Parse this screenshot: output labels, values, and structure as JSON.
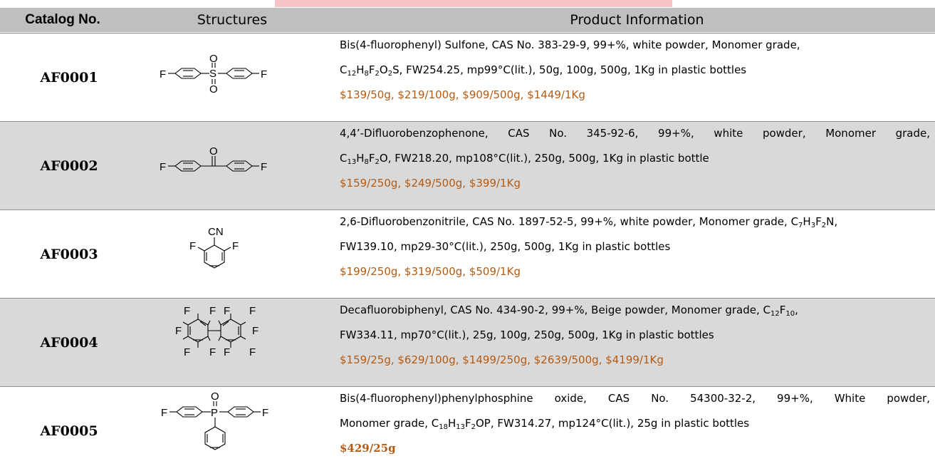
{
  "banner": {
    "text": ""
  },
  "header": {
    "catalog": "Catalog No.",
    "structures": "Structures",
    "info": "Product Information"
  },
  "products": [
    {
      "catalog": "AF0001",
      "line1": "Bis(4-fluorophenyl) Sulfone, CAS No. 383-29-9, 99+%, white powder, Monomer grade,",
      "formula": "C12H8F2O2S",
      "line2_rest": ", FW254.25, mp99°C(lit.), 50g, 100g, 500g, 1Kg in plastic bottles",
      "price": "$139/50g, $219/100g, $909/500g, $1449/1Kg"
    },
    {
      "catalog": "AF0002",
      "line1": "4,4’-Difluorobenzophenone, CAS No. 345-92-6, 99+%, white powder, Monomer grade,",
      "formula": "C13H8F2O",
      "line2_rest": ", FW218.20, mp108°C(lit.), 250g, 500g, 1Kg in plastic bottle",
      "price": "$159/250g, $249/500g, $399/1Kg"
    },
    {
      "catalog": "AF0003",
      "line1_pre": "2,6-Difluorobenzonitrile, CAS No. 1897-52-5, 99+%, white powder, Monomer grade, ",
      "formula": "C7H3F2N",
      "line1_post": ",",
      "line2": "FW139.10, mp29-30°C(lit.), 250g, 500g, 1Kg in plastic bottles",
      "price": "$199/250g, $319/500g, $509/1Kg"
    },
    {
      "catalog": "AF0004",
      "line1_pre": "Decafluorobiphenyl, CAS No. 434-90-2, 99+%, Beige powder, Monomer grade, ",
      "formula": "C12F10",
      "line1_post": ",",
      "line2": "FW334.11, mp70°C(lit.), 25g, 100g, 250g, 500g, 1Kg in plastic bottles",
      "price": "$159/25g, $629/100g, $1499/250g, $2639/500g, $4199/1Kg"
    },
    {
      "catalog": "AF0005",
      "line1": "Bis(4-fluorophenyl)phenylphosphine oxide, CAS No. 54300-32-2, 99+%, White powder,",
      "line2_pre": "Monomer grade, ",
      "formula": "C18H13F2OP",
      "line2_rest": ", FW314.27, mp124°C(lit.), 25g in plastic bottles",
      "price": "$429/25g"
    }
  ],
  "colors": {
    "header_bg": "#bfbfbf",
    "row_shade": "#d9d9d9",
    "price": "#b45a12",
    "banner": "#f6c3c6"
  },
  "structure_labels": {
    "fluorine": "F",
    "oxygen": "O",
    "sulfur": "S",
    "phosphorus": "P",
    "nitrile": "CN"
  }
}
